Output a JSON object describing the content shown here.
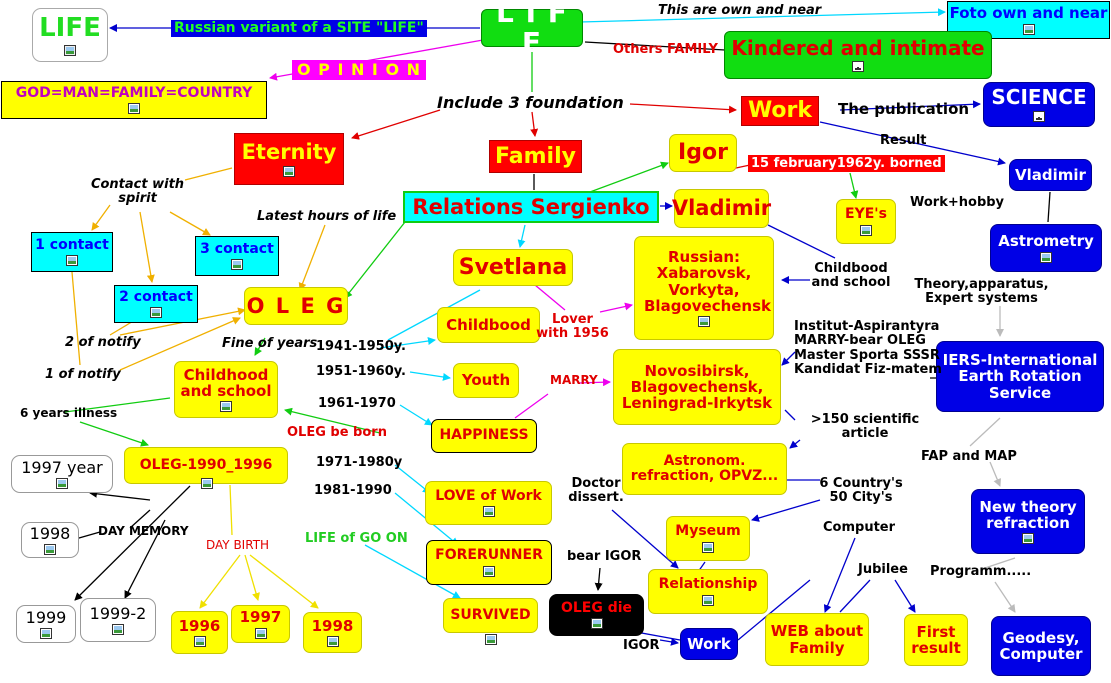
{
  "nodes": {
    "life_main": "L I F E",
    "life_small": "LIFE",
    "foto": "Foto own and near",
    "kindered": "Kindered and intimate",
    "opinion": "O P I N I O N",
    "god": "GOD=MAN=FAMILY=COUNTRY",
    "work_main": "Work",
    "science": "SCIENCE",
    "eternity": "Eternity",
    "family": "Family",
    "igor": "Igor",
    "vladimir_top": "Vladimir",
    "relations": "Relations Sergienko",
    "vladimir_red": "Vladimir",
    "eyes": "EYE's",
    "contact1": "1 contact",
    "contact3": "3 contact",
    "contact2": "2 contact",
    "oleg": "O L E G",
    "svetlana": "Svetlana",
    "russian": "Russian: Xabarovsk, Vorkyta, Blagovechensk",
    "astrometry": "Astrometry",
    "childbood": "Childbood",
    "youth": "Youth",
    "childhood_school": "Childhood and school",
    "novosibirsk": "Novosibirsk, Blagovechensk, Leningrad-Irkytsk",
    "iers": "IERS-International Earth Rotation Service",
    "happiness": "HAPPINESS",
    "oleg_1990": "OLEG-1990_1996",
    "year1997": "1997 year",
    "astronom": "Astronom. refraction, OPVZ...",
    "love_work": "LOVE of Work",
    "new_theory": "New theory refraction",
    "myseum": "Myseum",
    "y1998w": "1998",
    "forerunner": "FORERUNNER",
    "relationship": "Relationship",
    "oleg_die": "OLEG die",
    "y1999": "1999",
    "y1999_2": "1999-2",
    "survived": "SURVIVED",
    "y1996": "1996",
    "y1997y": "1997",
    "y1998y": "1998",
    "work_small": "Work",
    "web": "WEB about Family",
    "first": "First result",
    "geodesy": "Geodesy, Computer"
  },
  "labels": {
    "russian_variant": "Russian variant of a SITE \"LIFE\"",
    "own_near": "This are own and near",
    "others_family": "Others FAMILY",
    "include": "Include 3 foundation",
    "publication": "The publication",
    "result": "Result",
    "borned": "15 february1962y. borned",
    "contact_spirit": "Contact with spirit",
    "latest_hours": "Latest hours of life",
    "work_hobby": "Work+hobby",
    "childbood_school": "Childbood and school",
    "theory": "Theory,apparatus, Expert systems",
    "lover": "Lover with 1956",
    "notify2": "2 of notify",
    "fine_years": "Fine of years",
    "notify1": "1 of notify",
    "y1941": "1941-1950y.",
    "y1951": "1951-1960y.",
    "y1961": "1961-1970",
    "y1971": "1971-1980y",
    "y1981": "1981-1990",
    "institut": "Institut-Aspirantyra MARRY-bear OLEG Master Sporta SSSR Kandidat Fiz-matem",
    "marry": "MARRY",
    "illness": "6 years illness",
    "oleg_born": "OLEG be born",
    "scientific": ">150 scientific article",
    "fap_map": "FAP and MAP",
    "doctor": "Doctor dissert.",
    "countries": "6 Country's 50 City's",
    "day_memory": "DAY MEMORY",
    "day_birth": "DAY BIRTH",
    "computer": "Computer",
    "life_go_on": "LIFE of GO ON",
    "bear_igor": "bear IGOR",
    "jubilee": "Jubilee",
    "programm": "Programm.....",
    "igor_lbl": "IGOR"
  },
  "colors": {
    "yellow": "#ffff00",
    "red": "#ff0000",
    "blue": "#0000e6",
    "cyan": "#00ffff",
    "green": "#11dd11",
    "magenta": "#ff00ff"
  }
}
